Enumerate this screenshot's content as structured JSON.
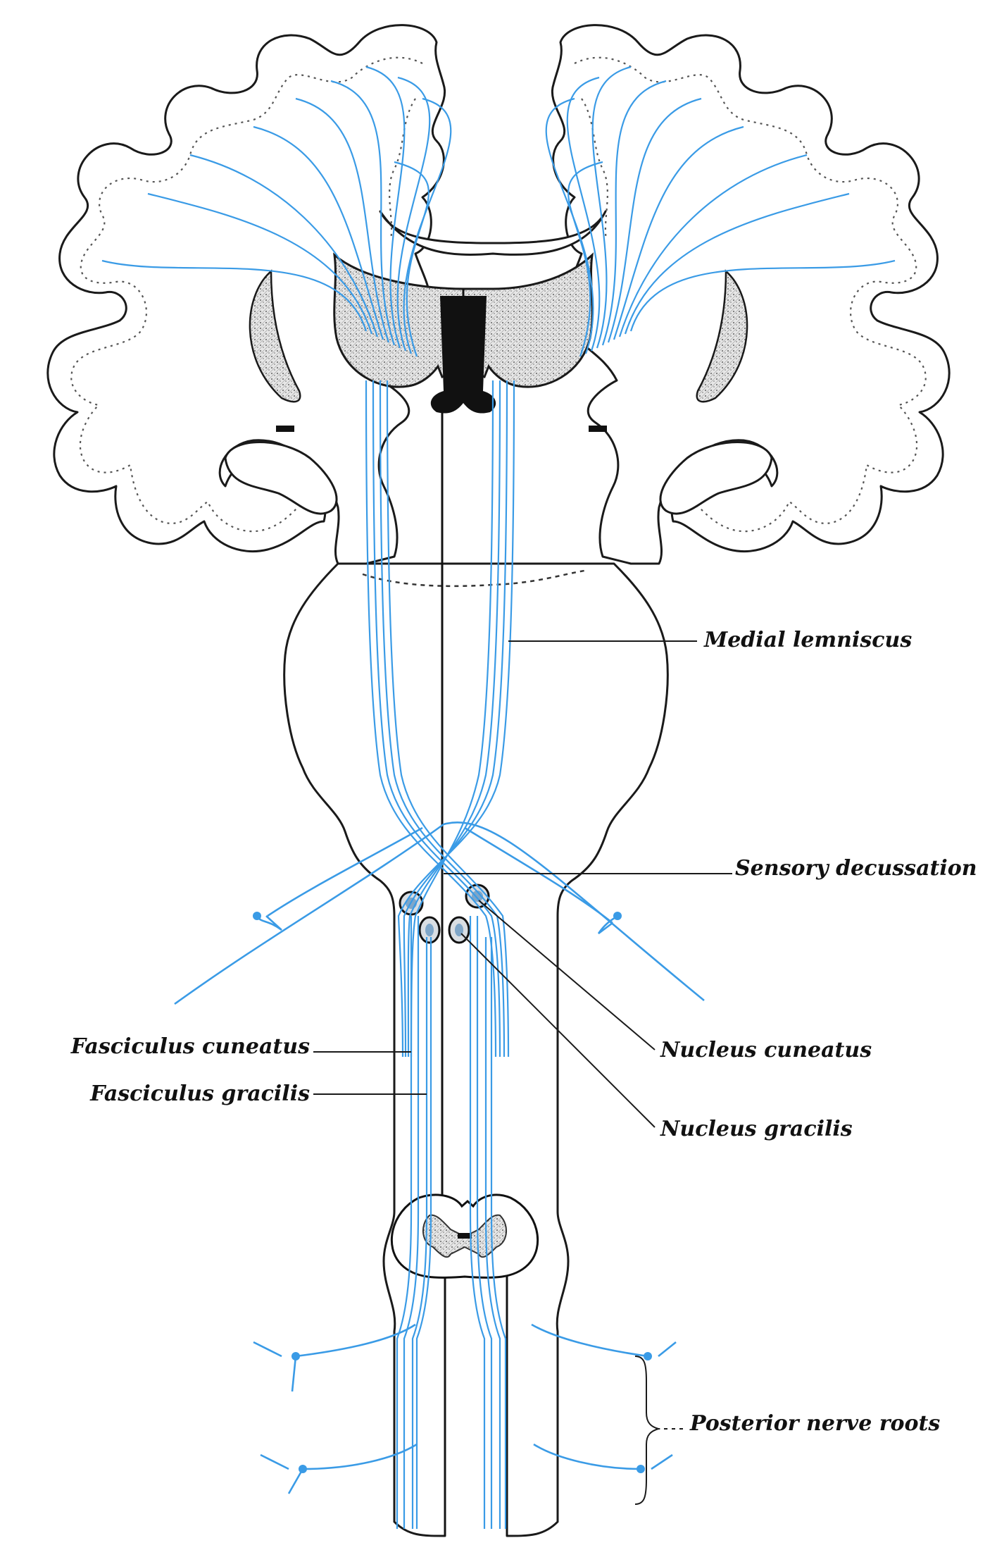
{
  "labels": {
    "medial_lemniscus": "Medial lemniscus",
    "sensory_decussation": "Sensory decussation",
    "fasciculus_cuneatus": "Fasciculus cuneatus",
    "fasciculus_gracilis": "Fasciculus gracilis",
    "nucleus_cuneatus": "Nucleus cuneatus",
    "nucleus_gracilis": "Nucleus gracilis",
    "posterior_nerve_roots": "Posterior nerve roots"
  },
  "colors": {
    "fiber": "#3a9be6",
    "outline": "#1a1a1a",
    "thalamus_fill": "#d8d8d8",
    "nucleus_fill": "#9fb8cc"
  }
}
